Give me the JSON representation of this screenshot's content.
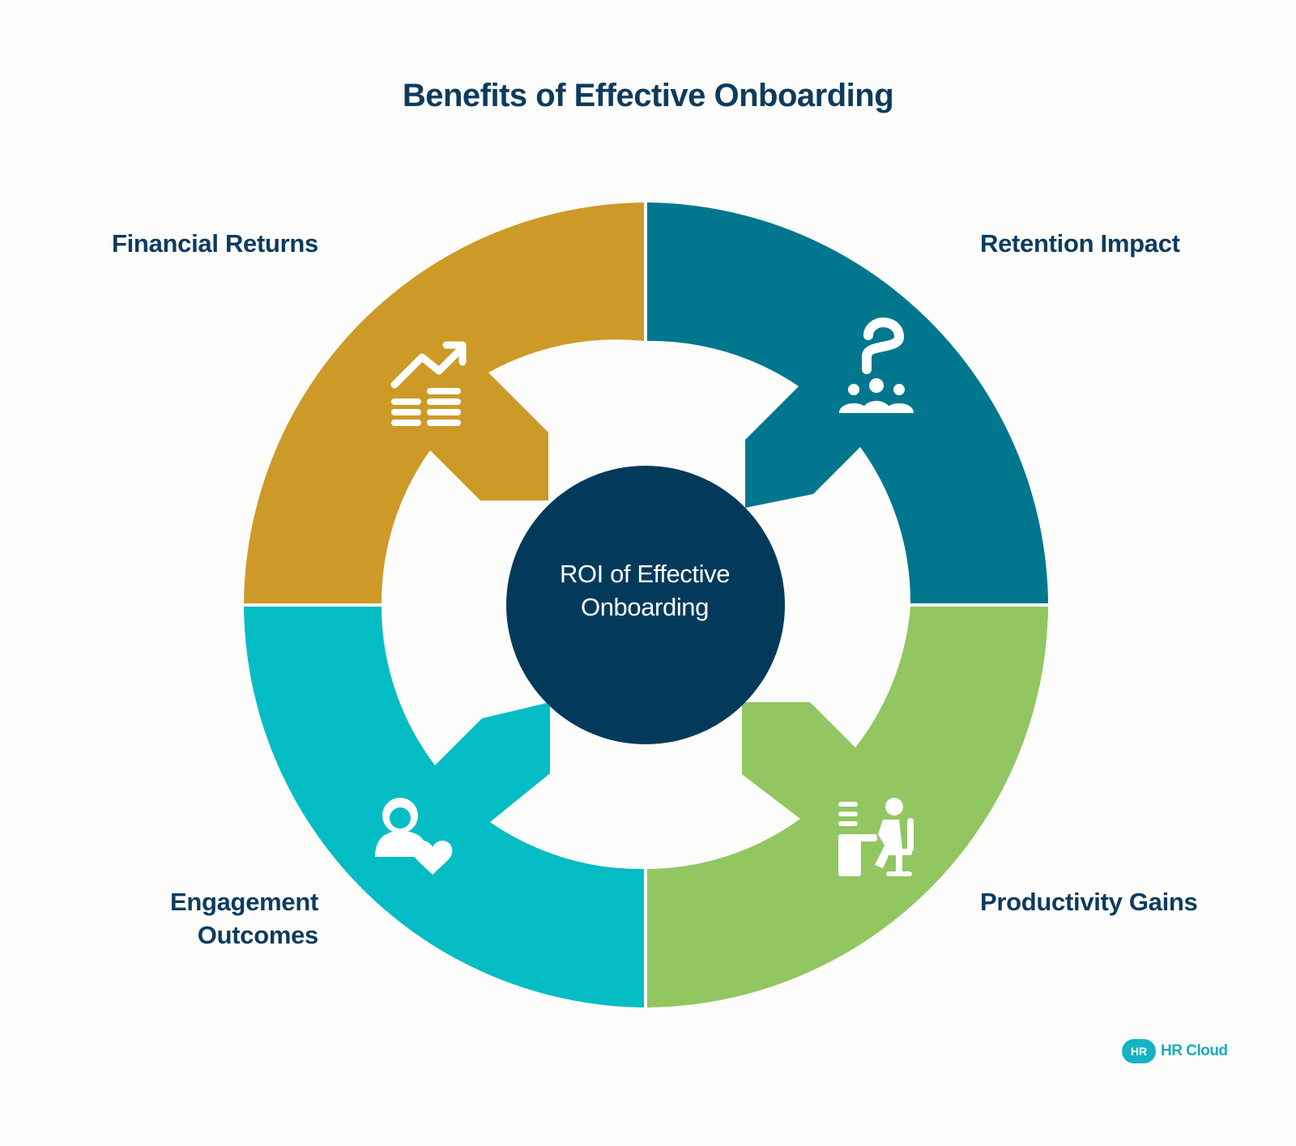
{
  "title": "Benefits of Effective Onboarding",
  "center": {
    "line1": "ROI of Effective",
    "line2": "Onboarding",
    "color": "#033a5c"
  },
  "segments": [
    {
      "label": "Financial Returns",
      "icon": "growth-coins-icon",
      "color": "#cd9a28"
    },
    {
      "label": "Retention Impact",
      "icon": "team-question-icon",
      "color": "#00778e"
    },
    {
      "label": "Engagement",
      "label2": "Outcomes",
      "icon": "person-heart-icon",
      "color": "#04bdc4"
    },
    {
      "label": "Productivity Gains",
      "icon": "person-at-desk-icon",
      "color": "#91c660"
    }
  ],
  "logo": {
    "badge": "HR",
    "text": "HR Cloud",
    "color": "#15b4c2"
  }
}
